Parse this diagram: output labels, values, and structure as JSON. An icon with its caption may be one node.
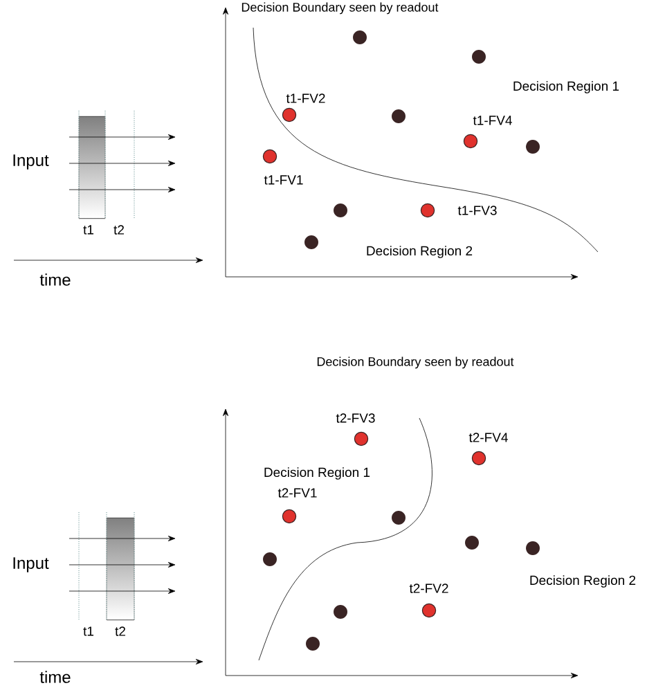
{
  "diagram": {
    "labels": [
      "Decision Boundary seen by readout",
      "t1-FV2",
      "Decision Region 1",
      "t1-FV4",
      "Input",
      "t1-FV1",
      "t1-FV3",
      "t1",
      "t2",
      "Decision Region 2",
      "time",
      "Decision Boundary seen by readout",
      "t2-FV3",
      "t2-FV4",
      "Decision Region 1",
      "t2-FV1",
      "Input",
      "t2-FV2",
      "Decision Region 2",
      "t1",
      "t2",
      "time"
    ]
  }
}
